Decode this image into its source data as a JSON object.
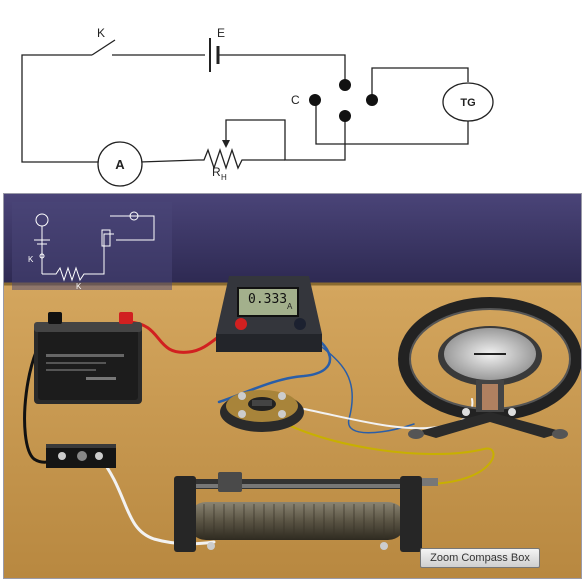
{
  "circuit": {
    "key_label": "K",
    "battery_label": "E",
    "commutator_label": "C",
    "galvanometer_label": "TG",
    "ammeter_label": "A",
    "rheostat_label": "R",
    "rheostat_subscript": "H"
  },
  "sim": {
    "ammeter_reading": "0.333",
    "ammeter_unit": "A",
    "zoom_button_label": "Zoom Compass Box",
    "mini_map_labels": {
      "key": "K",
      "rheostat": "K"
    }
  },
  "colors": {
    "wall": "#3a3566",
    "table": "#c89a52",
    "wire_red": "#d12020",
    "wire_blue": "#2a5ea8",
    "wire_white": "#f2f2f2",
    "wire_black": "#111111",
    "wire_yellow": "#c8b000"
  }
}
